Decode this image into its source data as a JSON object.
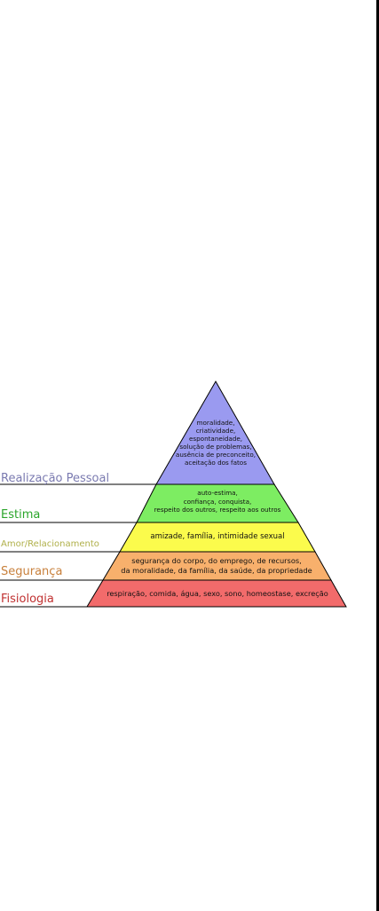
{
  "levels": [
    {
      "key": "self-actualization",
      "label": "Realização Pessoal",
      "label_color": "#7a7ab0",
      "fill": "#9a9af0",
      "description_lines": [
        "moralidade,",
        "criatividade,",
        "espontaneidade,",
        "solução de problemas,",
        "ausência de preconceito,",
        "aceitação dos fatos"
      ]
    },
    {
      "key": "esteem",
      "label": "Estima",
      "label_color": "#2aa52a",
      "fill": "#7ded62",
      "description_lines": [
        "auto-estima,",
        "confiança, conquista,",
        "respeito dos outros, respeito aos outros"
      ]
    },
    {
      "key": "love-belonging",
      "label": "Amor/Relacionamento",
      "label_color": "#b0b04a",
      "fill": "#fbfb4c",
      "description_lines": [
        "amizade, família, intimidade sexual"
      ]
    },
    {
      "key": "safety",
      "label": "Segurança",
      "label_color": "#c8803c",
      "fill": "#f8b06c",
      "description_lines": [
        "segurança do corpo, do emprego, de recursos,",
        "da moralidade, da família, da saúde, da propriedade"
      ]
    },
    {
      "key": "physiological",
      "label": "Fisiologia",
      "label_color": "#c03030",
      "fill": "#f26b6b",
      "description_lines": [
        "respiração, comida, água, sexo, sono, homeostase, excreção"
      ]
    }
  ]
}
